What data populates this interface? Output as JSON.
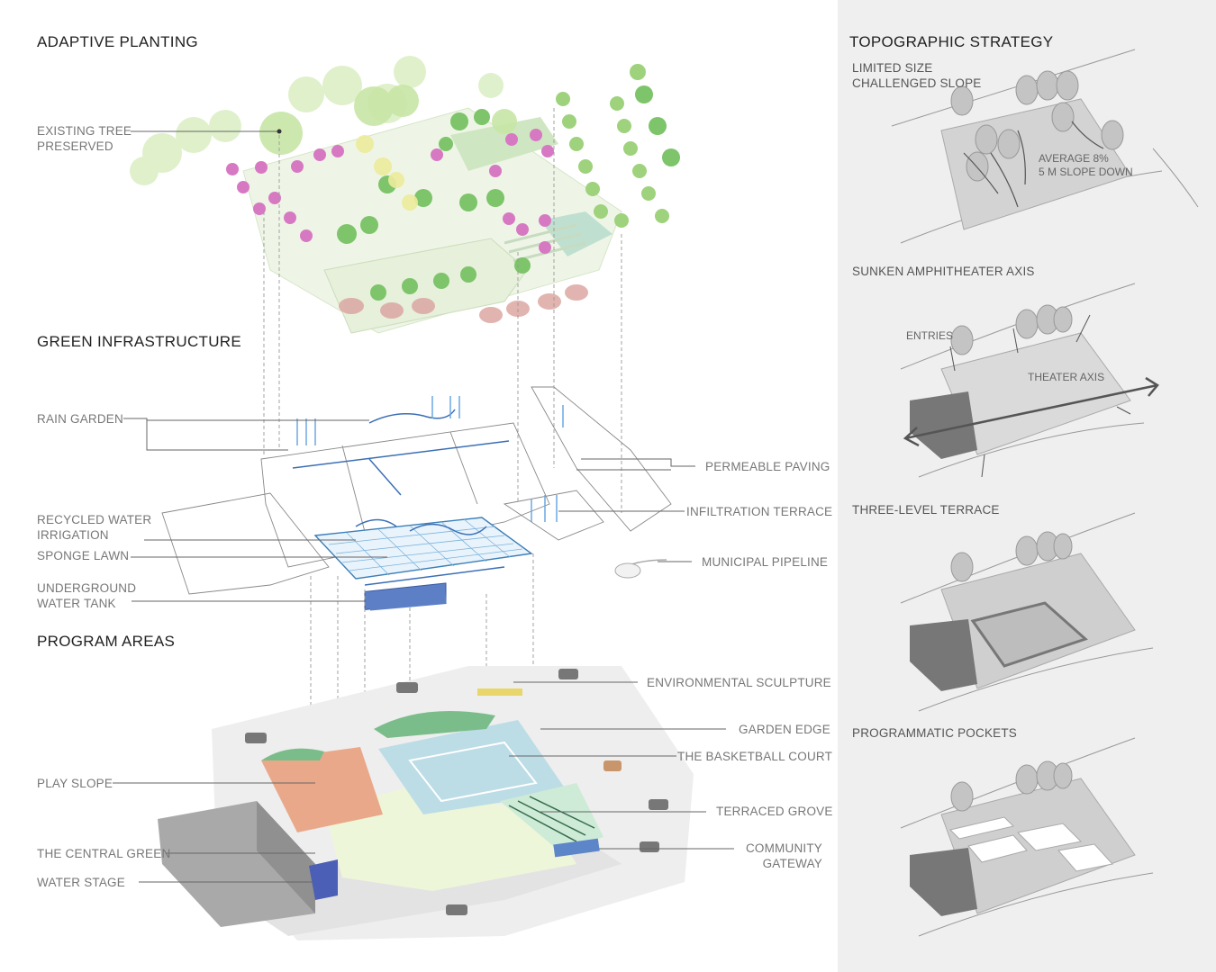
{
  "sections": {
    "adaptive_planting": "ADAPTIVE PLANTING",
    "green_infrastructure": "GREEN INFRASTRUCTURE",
    "program_areas": "PROGRAM AREAS",
    "topographic_strategy": "TOPOGRAPHIC STRATEGY"
  },
  "planting_labels": {
    "existing_tree": "EXISTING TREE\nPRESERVED"
  },
  "infrastructure_labels": {
    "rain_garden": "RAIN GARDEN",
    "permeable_paving": "PERMEABLE PAVING",
    "infiltration_terrace": "INFILTRATION TERRACE",
    "recycled_water": "RECYCLED WATER\nIRRIGATION",
    "sponge_lawn": "SPONGE LAWN",
    "municipal_pipeline": "MUNICIPAL PIPELINE",
    "underground_tank": "UNDERGROUND\nWATER TANK"
  },
  "program_labels": {
    "environmental_sculpture": "ENVIRONMENTAL SCULPTURE",
    "garden_edge": "GARDEN EDGE",
    "basketball_court": "THE BASKETBALL COURT",
    "play_slope": "PLAY SLOPE",
    "terraced_grove": "TERRACED GROVE",
    "central_green": "THE CENTRAL GREEN",
    "community_gateway": "COMMUNITY\nGATEWAY",
    "water_stage": "WATER STAGE"
  },
  "topo": {
    "limited_size": "LIMITED SIZE\nCHALLENGED SLOPE",
    "average_slope": "AVERAGE 8%\n5 M SLOPE DOWN",
    "sunken_axis": "SUNKEN AMPHITHEATER AXIS",
    "entries": "ENTRIES",
    "theater_axis": "THEATER AXIS",
    "three_level": "THREE-LEVEL TERRACE",
    "pockets": "PROGRAMMATIC POCKETS"
  },
  "colors": {
    "panel": "#efefef",
    "leader": "#555555",
    "water": "#3b6fb5",
    "green": "#8fc46a",
    "pink": "#c65aa8",
    "play": "#e8a080",
    "court": "#9fcad6"
  }
}
